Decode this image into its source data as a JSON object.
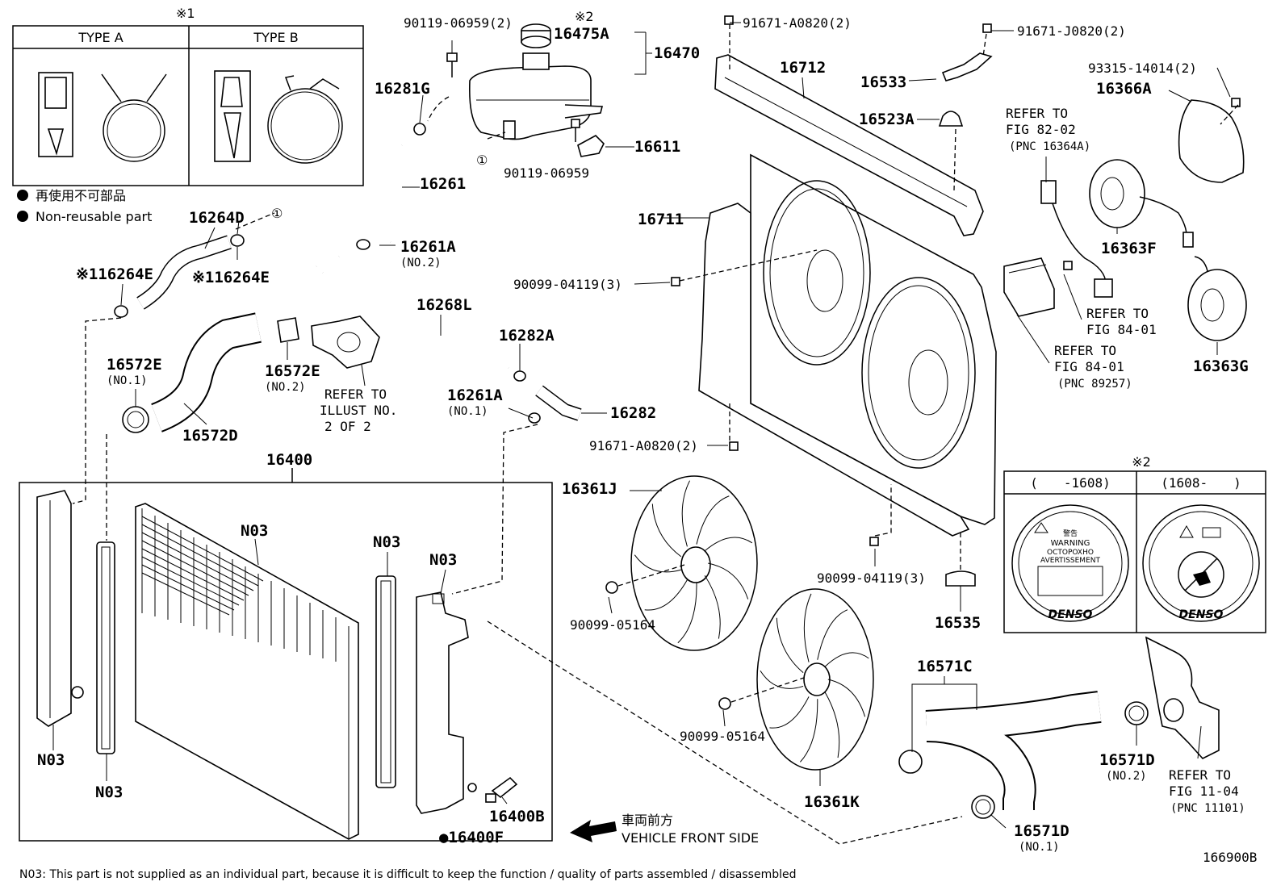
{
  "diagram_id": "166900B",
  "clip_legend": {
    "ref_mark": "※1",
    "type_a": "TYPE A",
    "type_b": "TYPE B",
    "nonreusable_jp": "再使用不可部品",
    "nonreusable_en": "Non-reusable part"
  },
  "cap_legend": {
    "ref_mark": "※2",
    "col1": "(　　-1608)",
    "col2": "(1608-　　)",
    "warning_text": "WARNING",
    "warning_ru": "OCTOPOXHO",
    "warning_fr": "AVERTISSEMENT",
    "brand": "DENSO",
    "caution_jp": "警告"
  },
  "labels": {
    "p90119_06959_2": "90119-06959(2)",
    "mark2": "※2",
    "p16475A": "16475A",
    "p16470": "16470",
    "p16281G": "16281G",
    "p16611": "16611",
    "p90119_06959": "90119-06959",
    "p16261": "16261",
    "p16261A_no2": "16261A",
    "no2_a": "(NO.2)",
    "circ1": "①",
    "p16264D": "16264D",
    "p16264E_left": "※116264E",
    "p16264E_right": "※116264E",
    "p16268L": "16268L",
    "p16282A": "16282A",
    "p16282": "16282",
    "p16261A_no1": "16261A",
    "no1_a": "(NO.1)",
    "p16572E_no1": "16572E",
    "no1_b": "(NO.1)",
    "p16572E_no2": "16572E",
    "no2_b": "(NO.2)",
    "refer_illust_1": "REFER TO",
    "refer_illust_2": "ILLUST NO.",
    "refer_illust_3": "2 OF 2",
    "p16572D": "16572D",
    "p16400": "16400",
    "n03": "N03",
    "p16400B": "16400B",
    "p16400F": "●16400F",
    "front_jp": "車両前方",
    "front_en": "VEHICLE FRONT SIDE",
    "p91671_A0820_2_top": "91671-A0820(2)",
    "p91671_J0820_2": "91671-J0820(2)",
    "p16712": "16712",
    "p16533": "16533",
    "p16523A": "16523A",
    "p16711": "16711",
    "p90099_04119_3_left": "90099-04119(3)",
    "p91671_A0820_2_bot": "91671-A0820(2)",
    "p93315_14014_2": "93315-14014(2)",
    "p16366A": "16366A",
    "refer_82_1": "REFER TO",
    "refer_82_2": "FIG 82-02",
    "refer_82_3": "(PNC 16364A)",
    "p16363F": "16363F",
    "refer_84a_1": "REFER TO",
    "refer_84a_2": "FIG 84-01",
    "refer_84b_1": "REFER TO",
    "refer_84b_2": "FIG 84-01",
    "refer_84b_3": "(PNC 89257)",
    "p16363G": "16363G",
    "p16361J": "16361J",
    "p90099_05164_a": "90099-05164",
    "p90099_04119_3_right": "90099-04119(3)",
    "p16535": "16535",
    "p90099_05164_b": "90099-05164",
    "p16361K": "16361K",
    "p16571C": "16571C",
    "p16571D_no2": "16571D",
    "no2_c": "(NO.2)",
    "p16571D_no1": "16571D",
    "no1_c": "(NO.1)",
    "refer_11_1": "REFER TO",
    "refer_11_2": "FIG 11-04",
    "refer_11_3": "(PNC 11101)"
  },
  "footnote": "N03: This part is not supplied as an individual part, because it is difficult to keep the function / quality of parts assembled / disassembled"
}
